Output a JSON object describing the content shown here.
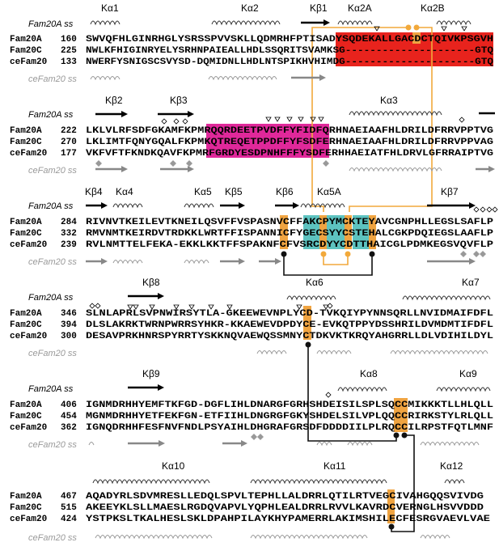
{
  "figure": {
    "blocks": [
      {
        "ss_top_label": "Fam20A ss",
        "ss_bottom_label": "ceFam20 ss",
        "top_features": [
          "Kα1",
          "Kα2",
          "Kβ1",
          "Kα2A",
          "Kα2B"
        ],
        "rows": [
          {
            "name": "Fam20A",
            "start": "160",
            "seq": "SWVQFHLGINRHGLYSRSSPVVSKLLQDMRHFPTISADYSQDEKALLGACDCTQIVKPSGVH"
          },
          {
            "name": "Fam20C",
            "start": "225",
            "seq": "NWLKFHIGINRYELYSRHNPAIEALLHDLSSQRITSVAMKSG---------------------GTQ"
          },
          {
            "name": "ceFam20",
            "start": "133",
            "seq": "NWERFYSNIGSCSVYSD-DQMIDNLLHDLNTSPIKHVHIMDG---------------------GTQ"
          }
        ]
      },
      {
        "ss_top_label": "Fam20A ss",
        "ss_bottom_label": "ceFam20 ss",
        "top_features": [
          "Kβ2",
          "Kβ3",
          "Kα3"
        ],
        "rows": [
          {
            "name": "Fam20A",
            "start": "222",
            "seq": "LKLVLRFSDFGKAMFKPMRQQRDEETPVDFFYFIDFQRHNAEIAAFHLDRILDFRRVPPTVG"
          },
          {
            "name": "Fam20C",
            "start": "270",
            "seq": "LKLIMTFQNYGQALFKPMKQTREQETPPDFFYFSDFERHNAEIAAFHLDRILDFRRVPPVAG"
          },
          {
            "name": "ceFam20",
            "start": "177",
            "seq": "VKFVFTFKNDKQAVFKPMRFGRDYESDPNHFFFYSDFERHHAEIATFHLDRVLGFRRAIPTVG"
          }
        ]
      },
      {
        "ss_top_label": "Fam20A ss",
        "ss_bottom_label": "ceFam20 ss",
        "top_features": [
          "Kβ4",
          "Kα4",
          "Kα5",
          "Kβ5",
          "Kβ6",
          "Kα5A",
          "Kβ7"
        ],
        "rows": [
          {
            "name": "Fam20A",
            "start": "284",
            "seq": "RIVNVTKEILEVTKNEILQSVFFVSPASNVCFFAKCPYMCKTEYAVCGNPHLLEGSLSAFLP"
          },
          {
            "name": "Fam20C",
            "start": "332",
            "seq": "RMVNMTKEIRDVTRDKKLWRTFFISPANNICFYGECSYYCSTEHALCGKPDQIEGSLAAFLP"
          },
          {
            "name": "ceFam20",
            "start": "239",
            "seq": "RVLNMTTELFEKA-EKKLKKTFFSPAKNFCFVSRCDYYCDTTHAICGLPDMKEGSVQVFLP"
          }
        ]
      },
      {
        "ss_top_label": "Fam20A ss",
        "ss_bottom_label": "ceFam20 ss",
        "top_features": [
          "Kβ8",
          "Kα6",
          "Kα7"
        ],
        "rows": [
          {
            "name": "Fam20A",
            "start": "346",
            "seq": "SLNLAPRLSVPNWIRSYTLA-GKEEWEVNPLYCD-TVKQIYPYNNSQRLLNVIDMAIFDFL"
          },
          {
            "name": "Fam20C",
            "start": "394",
            "seq": "DLSLAKRKTWRNPWRRSYHKR-KKAEWEVDPDYCE-EVKQTPPYDSSHRILDVMDMTIFDFL"
          },
          {
            "name": "ceFam20",
            "start": "300",
            "seq": "DESAVPRKHNRSPYRRTYSKKNQVAEWQSSMNYCTDKVKTKRQYAHGRRLLDLVDIHILDYL"
          }
        ]
      },
      {
        "ss_top_label": "Fam20A ss",
        "ss_bottom_label": "ceFam20 ss",
        "top_features": [
          "Kβ9",
          "Kα8",
          "Kα9"
        ],
        "rows": [
          {
            "name": "Fam20A",
            "start": "406",
            "seq": "IGNMDRHHYEMFTKFGD-DGFLIHLDNARGFGRHSHDEISILSPLSQCCMIKKKTLLHLQLL"
          },
          {
            "name": "Fam20C",
            "start": "454",
            "seq": "MGNMDRHHYETFEKFGN-ETFIIHLDNGRGFGKYSHDELSILVPLQQCCRIRKSTYLRLQLL"
          },
          {
            "name": "ceFam20",
            "start": "362",
            "seq": "IGNQDRHHFESFNVFNDLPSYAIHLDHGRAFGRSDFDDDDIILPLRQCCILRPSTFQTLMNF"
          }
        ]
      },
      {
        "ss_top_label": "Fam20A ss",
        "ss_bottom_label": "ceFam20 ss",
        "top_features": [
          "Kα10",
          "Kα11",
          "Kα12"
        ],
        "rows": [
          {
            "name": "Fam20A",
            "start": "467",
            "seq": "AQADYRLSDVMRESLLEDQLSPVLTEPHLLALDRRLQTILRTVEGCIVAHGQQSVIVDG"
          },
          {
            "name": "Fam20C",
            "start": "515",
            "seq": "AKEEYKLSLLMAESLRGDQVAPVLYQPHLEALDRRLRVVLKAVRDCVERNGLHSVVDDD"
          },
          {
            "name": "ceFam20",
            "start": "424",
            "seq": "YSTPKSLTKALHESLSKLDPAHPILAYKHYPAMERRLAKIMSHILECFESRGVAEVLVAE"
          }
        ]
      }
    ],
    "highlight_colors": {
      "red": "#e8231d",
      "magenta": "#e0289a",
      "teal": "#5dc3c0",
      "orange": "#f0a441",
      "line_orange": "#f2a93b",
      "line_black": "#111111",
      "ss_gray": "#888888",
      "marker_gray": "#999999"
    }
  }
}
